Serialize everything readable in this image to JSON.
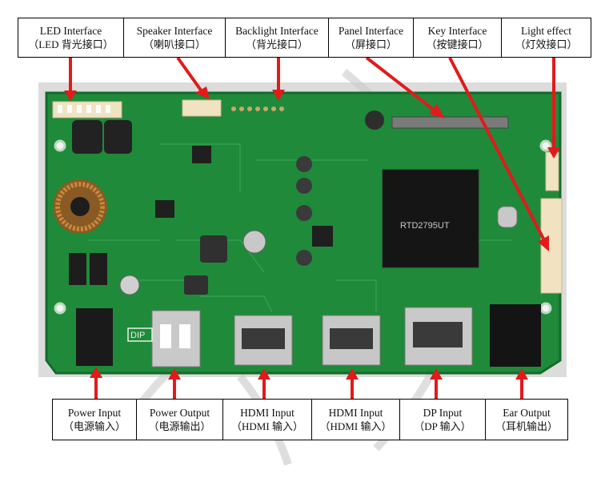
{
  "diagram": {
    "top_labels": [
      {
        "en": "LED Interface",
        "cn": "（LED 背光接口）"
      },
      {
        "en": "Speaker Interface",
        "cn": "（喇叭接口）"
      },
      {
        "en": "Backlight Interface",
        "cn": "（背光接口）"
      },
      {
        "en": "Panel Interface",
        "cn": "（屏接口）"
      },
      {
        "en": "Key Interface",
        "cn": "（按键接口）"
      },
      {
        "en": "Light effect",
        "cn": "（灯效接口）"
      }
    ],
    "bottom_labels": [
      {
        "en": "Power Input",
        "cn": "（电源输入）"
      },
      {
        "en": "Power Output",
        "cn": "（电源输出）"
      },
      {
        "en": "HDMI Input",
        "cn": "（HDMI 输入）"
      },
      {
        "en": "HDMI Input",
        "cn": "（HDMI 输入）"
      },
      {
        "en": "DP Input",
        "cn": "（DP 输入）"
      },
      {
        "en": "Ear Output",
        "cn": "（耳机输出）"
      }
    ],
    "board_markings": {
      "chip": "RTD2795UT",
      "dip": "DIP"
    },
    "colors": {
      "arrow": "#e21a1a",
      "pcb": "#1f8a3a",
      "pcb_dark": "#136b2a",
      "border": "#000000"
    }
  }
}
